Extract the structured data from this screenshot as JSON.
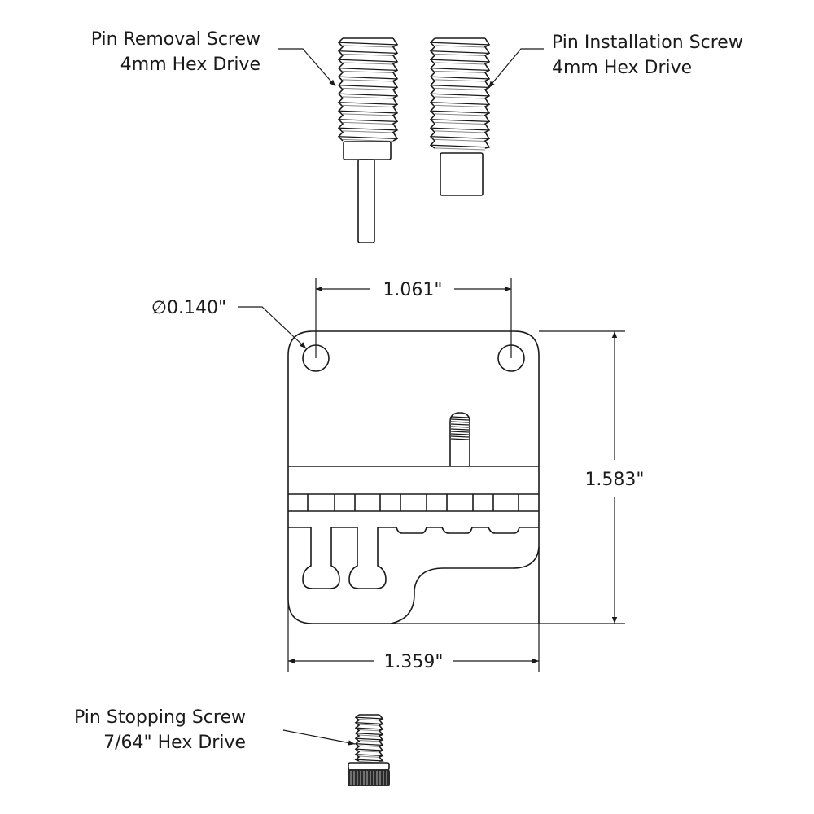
{
  "labels": {
    "removal_screw": {
      "line1": "Pin Removal Screw",
      "line2": "4mm Hex Drive"
    },
    "installation_screw": {
      "line1": "Pin Installation Screw",
      "line2": "4mm Hex Drive"
    },
    "stopping_screw": {
      "line1": "Pin Stopping Screw",
      "line2": "7/64\" Hex Drive"
    }
  },
  "dimensions": {
    "hole_diameter": "∅0.140\"",
    "hole_spacing": "1.061\"",
    "height": "1.583\"",
    "width": "1.359\""
  },
  "colors": {
    "line": "#1a1a1a",
    "background": "#ffffff"
  }
}
